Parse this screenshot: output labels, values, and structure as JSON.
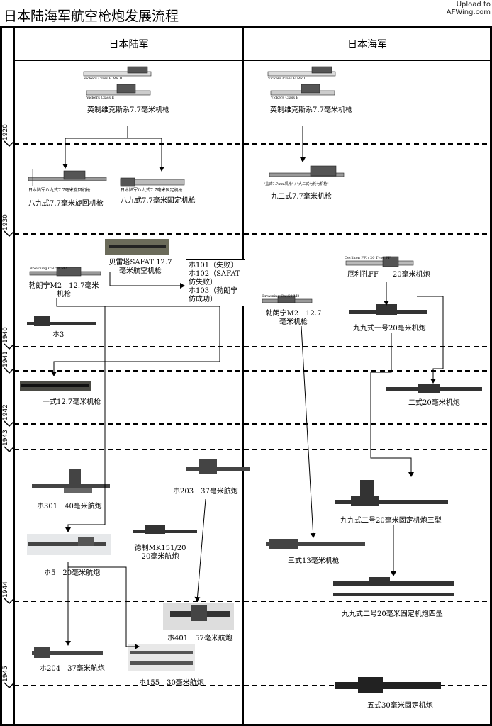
{
  "title": "日本陆海军航空枪炮发展流程",
  "watermark": [
    "Upload to",
    "AFWing.com"
  ],
  "columns": {
    "army": "日本陆军",
    "navy": "日本海军"
  },
  "years": [
    "1920",
    "1930",
    "1940",
    "1941",
    "1942",
    "1943",
    "1944",
    "1945"
  ],
  "army": {
    "vickers_top": "Vickers Class E Mk.II",
    "vickers_bottom": "Vickers Class E",
    "vickers": "英制维克斯系7.7毫米机枪",
    "type89_flex_caption": "日本陆军八九式7.7毫米旋回机枪",
    "type89_flex": "八九式7.7毫米旋回机枪",
    "type89_fixed_caption": "日本陆军八九式7.7毫米固定机枪",
    "type89_fixed": "八九式7.7毫米固定机枪",
    "safat": "贝雷塔SAFAT 12.7毫米航空机枪",
    "browning_caption": "Browning Cal.50 M2",
    "browning": "勃朗宁M2　12.7毫米机枪",
    "ho_box": [
      "ホ101（失败）",
      "ホ102（SAFAT仿失败）",
      "ホ103（勃朗宁仿成功）"
    ],
    "ho3": "ホ3",
    "type1": "一式12.7毫米机枪",
    "ho301": "ホ301　40毫米航炮",
    "ho203": "ホ203　37毫米航炮",
    "ho5": "ホ5　20毫米航炮",
    "mk151": "德制MK151/20 20毫米航炮",
    "ho401": "ホ401　57毫米航炮",
    "ho204": "ホ204　37毫米航炮",
    "ho155": "ホ155　30毫米航炮"
  },
  "navy": {
    "vickers_top": "Vickers Class E Mk.II",
    "vickers_bottom": "Vickers Class E",
    "vickers": "英制维克斯系7.7毫米机枪",
    "type92_caption": "\"盖式7.7mm机枪\" / \"九二式七粍七机枪\"",
    "type92": "九二式7.7毫米机枪",
    "oerlikon_caption": "Oerlikon FF. / 20 Type FF",
    "oerlikon": "厄利孔FF　　20毫米机炮",
    "browning_caption": "Browning Cal.50 M2",
    "browning": "勃朗宁M2　12.7毫米机枪",
    "type99_1": "九九式一号20毫米机炮",
    "type2_20": "二式20毫米机炮",
    "type99_2_3": "九九式二号20毫米固定机炮三型",
    "type3_13": "三式13毫米机枪",
    "type99_2_4": "九九式二号20毫米固定机炮四型",
    "type5_30": "五式30毫米固定机炮"
  }
}
